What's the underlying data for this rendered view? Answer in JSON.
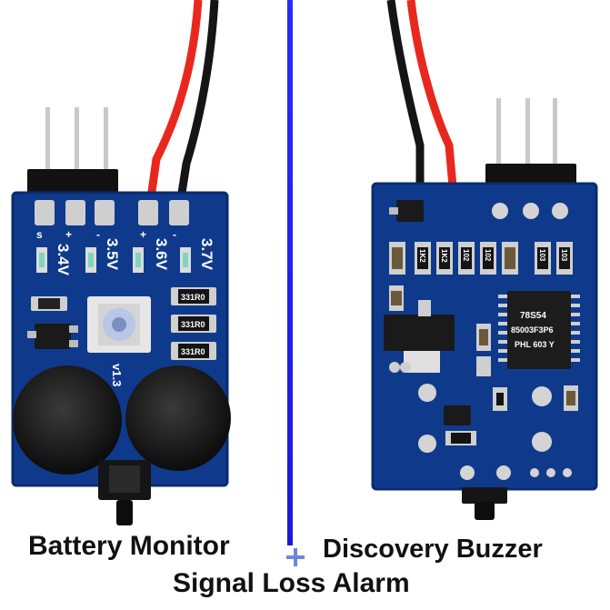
{
  "captions": {
    "left": "Battery Monitor",
    "right": "Discovery Buzzer",
    "bottom": "Signal Loss Alarm"
  },
  "left_board": {
    "voltages": [
      "3.4V",
      "3.5V",
      "3.6V",
      "3.7V"
    ],
    "pin_signs": [
      "s",
      "+",
      "-",
      "+",
      "-"
    ],
    "resistors": [
      "331R0",
      "331R0",
      "331R0"
    ],
    "version": "v1.3"
  },
  "right_board": {
    "chip_lines": [
      "78S54",
      "85003F3P6",
      "PHL 603 Y"
    ],
    "resistor_marks": [
      "1K2",
      "1K2",
      "102",
      "102",
      "103",
      "103"
    ]
  },
  "colors": {
    "pcb": "#0f3a8c",
    "pcb_dark": "#0a2c6e",
    "divider": "#1d1df0",
    "wire_red": "#e8281e",
    "wire_black": "#151515"
  }
}
